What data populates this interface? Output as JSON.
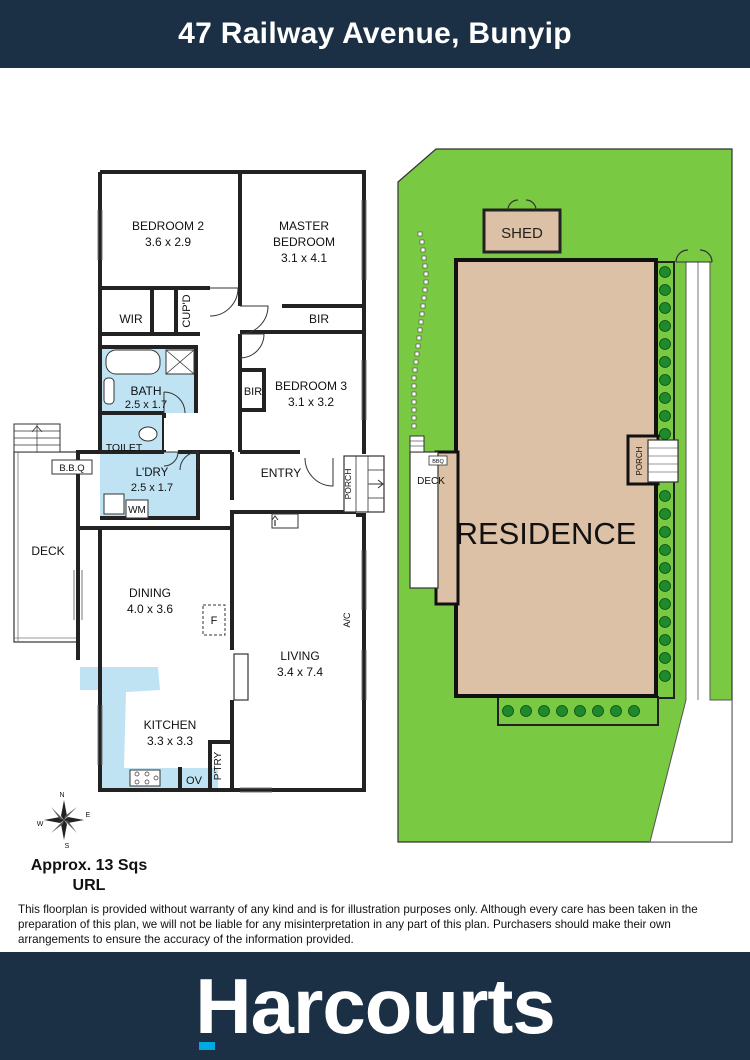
{
  "header": {
    "title": "47 Railway Avenue, Bunyip"
  },
  "floorplan": {
    "rooms": {
      "bedroom2": {
        "name": "BEDROOM 2",
        "size": "3.6 x 2.9"
      },
      "master": {
        "name_line1": "MASTER",
        "name_line2": "BEDROOM",
        "size": "3.1 x 4.1"
      },
      "bedroom3": {
        "name": "BEDROOM 3",
        "size": "3.1 x 3.2"
      },
      "bath": {
        "name": "BATH",
        "size": "2.5 x 1.7"
      },
      "laundry": {
        "name": "L'DRY",
        "size": "2.5 x 1.7"
      },
      "dining": {
        "name": "DINING",
        "size": "4.0 x 3.6"
      },
      "living": {
        "name": "LIVING",
        "size": "3.4 x 7.4"
      },
      "kitchen": {
        "name": "KITCHEN",
        "size": "3.3 x 3.3"
      }
    },
    "labels": {
      "wir": "WIR",
      "cupd": "CUP'D",
      "bir_master": "BIR",
      "bir_bed3": "BIR",
      "toilet": "TOILET",
      "bbq": "B.B.Q",
      "wm": "WM",
      "entry": "ENTRY",
      "porch": "PORCH",
      "deck": "DECK",
      "fireplace": "F",
      "ac": "A/C",
      "oven": "OV",
      "pantry": "P'TRY"
    },
    "compass": {
      "n": "N",
      "e": "E",
      "s": "S",
      "w": "W"
    }
  },
  "siteplan": {
    "shed": "SHED",
    "residence": "RESIDENCE",
    "deck": "DECK",
    "porch": "PORCH",
    "bbq": "BBQ"
  },
  "colors": {
    "header_bg": "#1b2f45",
    "wet_area": "#bfe3f3",
    "grass": "#7ac943",
    "residence": "#ddc1a6",
    "accent": "#00a9e0"
  },
  "info": {
    "area": "Approx. 13 Sqs",
    "tag": "URL",
    "disclaimer": "This floorplan is provided without warranty of any kind and is for illustration purposes only. Although every care has been taken in the preparation of this plan, we will not be liable for any misinterpretation in any part of this plan. Purchasers should make their own arrangements to ensure the accuracy of the information provided."
  },
  "footer": {
    "brand": "Harcourts"
  }
}
